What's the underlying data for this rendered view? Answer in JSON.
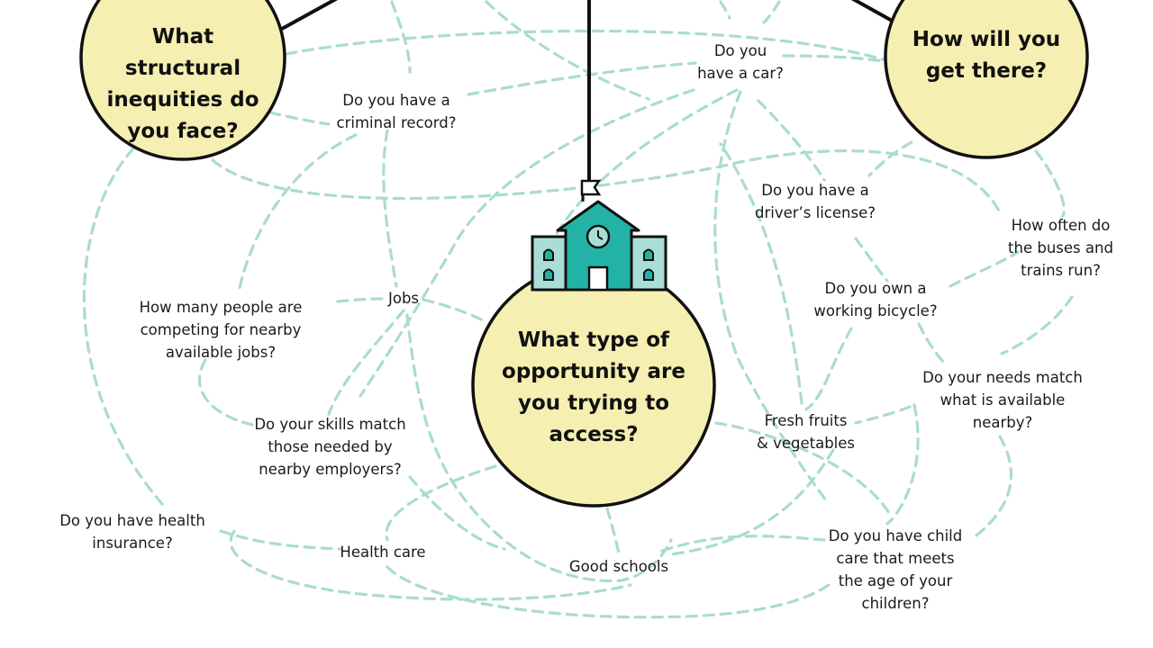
{
  "hubs": {
    "structural": "What structural inequities do you face?",
    "travel": "How will you get there?",
    "opportunity": "What type of opportunity are you trying to access?"
  },
  "nodes": {
    "car": "Do you\nhave a car?",
    "criminal_record": "Do you have a\ncriminal record?",
    "drivers_license": "Do you have a\ndriver’s license?",
    "bus_frequency": "How often do\nthe buses and\ntrains run?",
    "bicycle": "Do you own a\nworking bicycle?",
    "jobs": "Jobs",
    "competing_jobs": "How many people are\ncompeting for nearby\navailable jobs?",
    "needs_match": "Do your needs match\nwhat is available\nnearby?",
    "fresh_fruits": "Fresh fruits\n& vegetables",
    "skills_match": "Do your skills match\nthose needed by\nnearby employers?",
    "health_insurance": "Do you have health\ninsurance?",
    "health_care": "Health care",
    "good_schools": "Good schools",
    "child_care": "Do you have child\ncare that meets\nthe age of your\nchildren?"
  },
  "colors": {
    "hub_fill": "#f6efb2",
    "connector": "#a9dccf",
    "school": "#22b3a6",
    "school_light": "#a8ded5"
  },
  "icons": {
    "school": "school-building-icon"
  }
}
